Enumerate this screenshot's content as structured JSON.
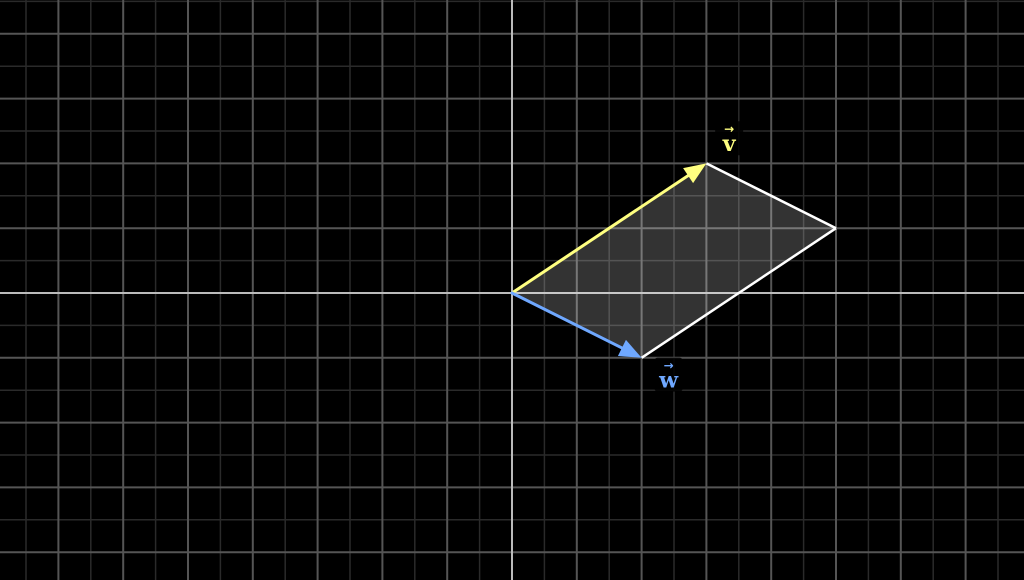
{
  "diagram": {
    "type": "vector-parallelogram",
    "grid": {
      "x_range": [
        -16,
        16
      ],
      "y_range": [
        -9,
        9
      ],
      "step": 1,
      "major_step": 2
    },
    "vectors": [
      {
        "id": "v",
        "label": "v",
        "components": [
          6,
          4
        ],
        "color": "#FFFF80"
      },
      {
        "id": "w",
        "label": "w",
        "components": [
          4,
          -2
        ],
        "color": "#6FA8FF"
      }
    ],
    "parallelogram": {
      "edge_color": "#FFFFFF",
      "fill_color": "#FFFFFF",
      "fill_opacity": 0.2
    },
    "colors": {
      "background": "#000000",
      "axis": "#BBBBBB",
      "grid_major": "#555555",
      "grid_minor": "#2A2A2A"
    }
  }
}
